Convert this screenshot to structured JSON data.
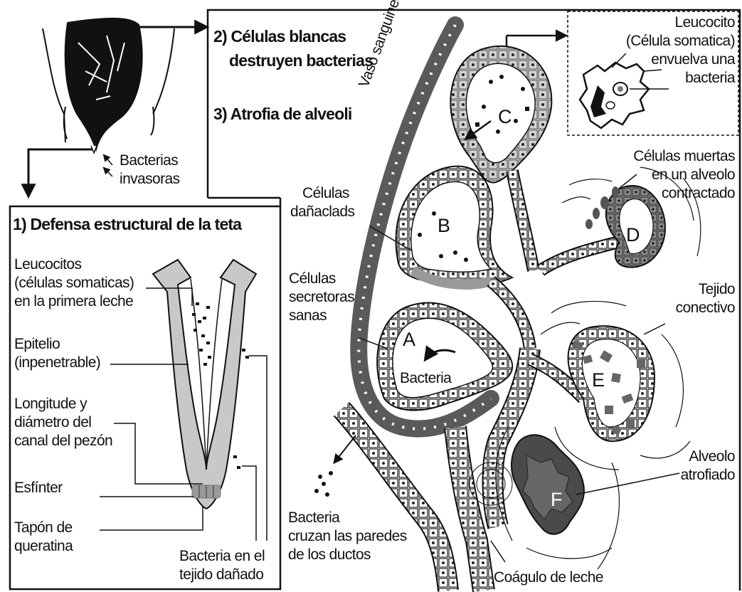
{
  "heading_2_line1": "2) Células blancas",
  "heading_2_line2": "destruyen bacterias",
  "heading_3": "3) Atrofia de alveoli",
  "heading_1": "1) Defensa estructural de la teta",
  "bacterias_invasoras": [
    "Bacterias",
    "invasoras"
  ],
  "leucocito_inset": [
    "Leucocito",
    "(Célula somatica)",
    "envuelva una",
    "bacteria"
  ],
  "vaso_sanguineo": "Vaso sanguineo",
  "celulas_danadas": [
    "Células",
    "dañaclads"
  ],
  "celulas_secretoras": [
    "Células",
    "secretoras",
    "sanas"
  ],
  "celulas_muertas": [
    "Células muertas",
    "en un alveolo",
    "contractado"
  ],
  "tejido_conectivo": [
    "Tejido",
    "conectivo"
  ],
  "alveolo_atrofiado": [
    "Alveolo",
    "atrofiado"
  ],
  "bacteria_label": "Bacteria",
  "bacteria_cruzan": [
    "Bacteria",
    "cruzan las paredes",
    "de los ductos"
  ],
  "coagulo": "Coágulo de leche",
  "leucocitos_primera": [
    "Leucocitos",
    "(células somaticas)",
    "en la primera leche"
  ],
  "epitelio": [
    "Epitelio",
    "(inpenetrable)"
  ],
  "longitude": [
    "Longitude y",
    "diámetro del",
    "canal del pezón"
  ],
  "esfinter": "Esfínter",
  "tapon": [
    "Tapón de",
    "queratina"
  ],
  "bacteria_tejido": [
    "Bacteria en el",
    "tejido dañado"
  ],
  "alveoli_letters": {
    "a": "A",
    "b": "B",
    "c": "C",
    "d": "D",
    "e": "E",
    "f": "F"
  }
}
